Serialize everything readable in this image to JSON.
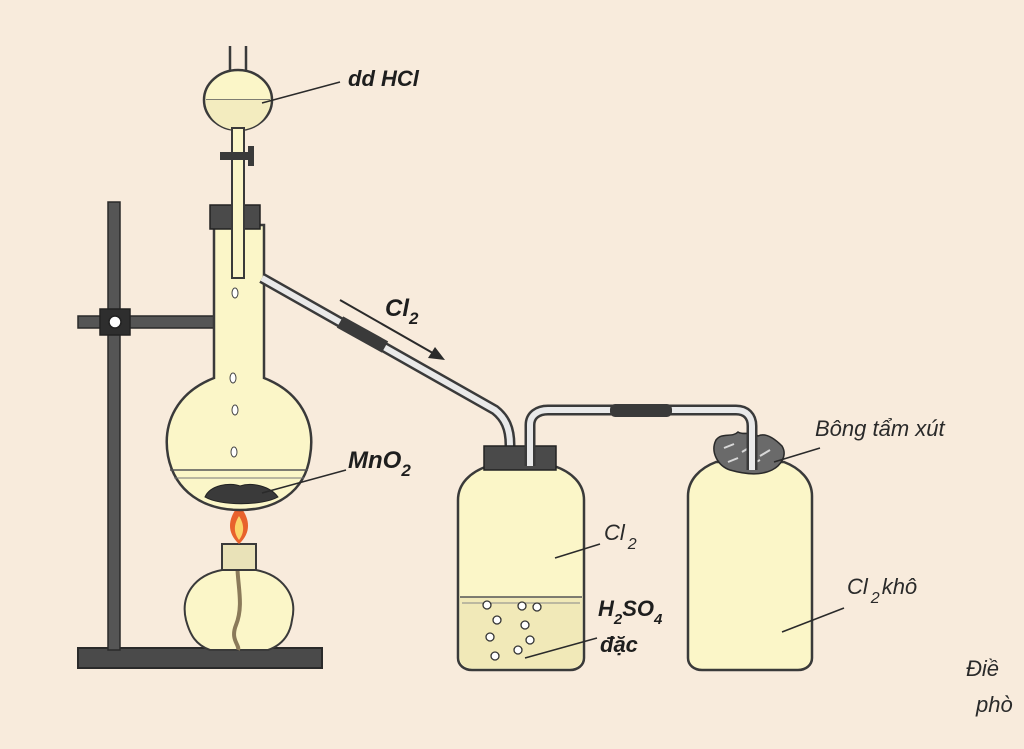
{
  "colors": {
    "background": "#f8ebdc",
    "glass_fill": "#fbf6c8",
    "outline": "#3a3a3a",
    "tube": "#5a5a5a",
    "metal": "#4a4a4a",
    "flame": "#e8622c"
  },
  "labels": {
    "hcl": "dd HCl",
    "cl2_flow": "Cl",
    "cl2_flow_sub": "2",
    "mno2": "MnO",
    "mno2_sub": "2",
    "cl2_bottle": "Cl",
    "cl2_bottle_sub": "2",
    "h2so4": "H",
    "h2so4_sub1": "2",
    "h2so4_mid": "SO",
    "h2so4_sub2": "4",
    "dac": "đặc",
    "bong": "Bông tẩm xút",
    "cl2_dry": "Cl",
    "cl2_dry_sub": "2",
    "cl2_dry_suffix": "khô",
    "caption_line1": "Điề",
    "caption_line2": "phò"
  }
}
